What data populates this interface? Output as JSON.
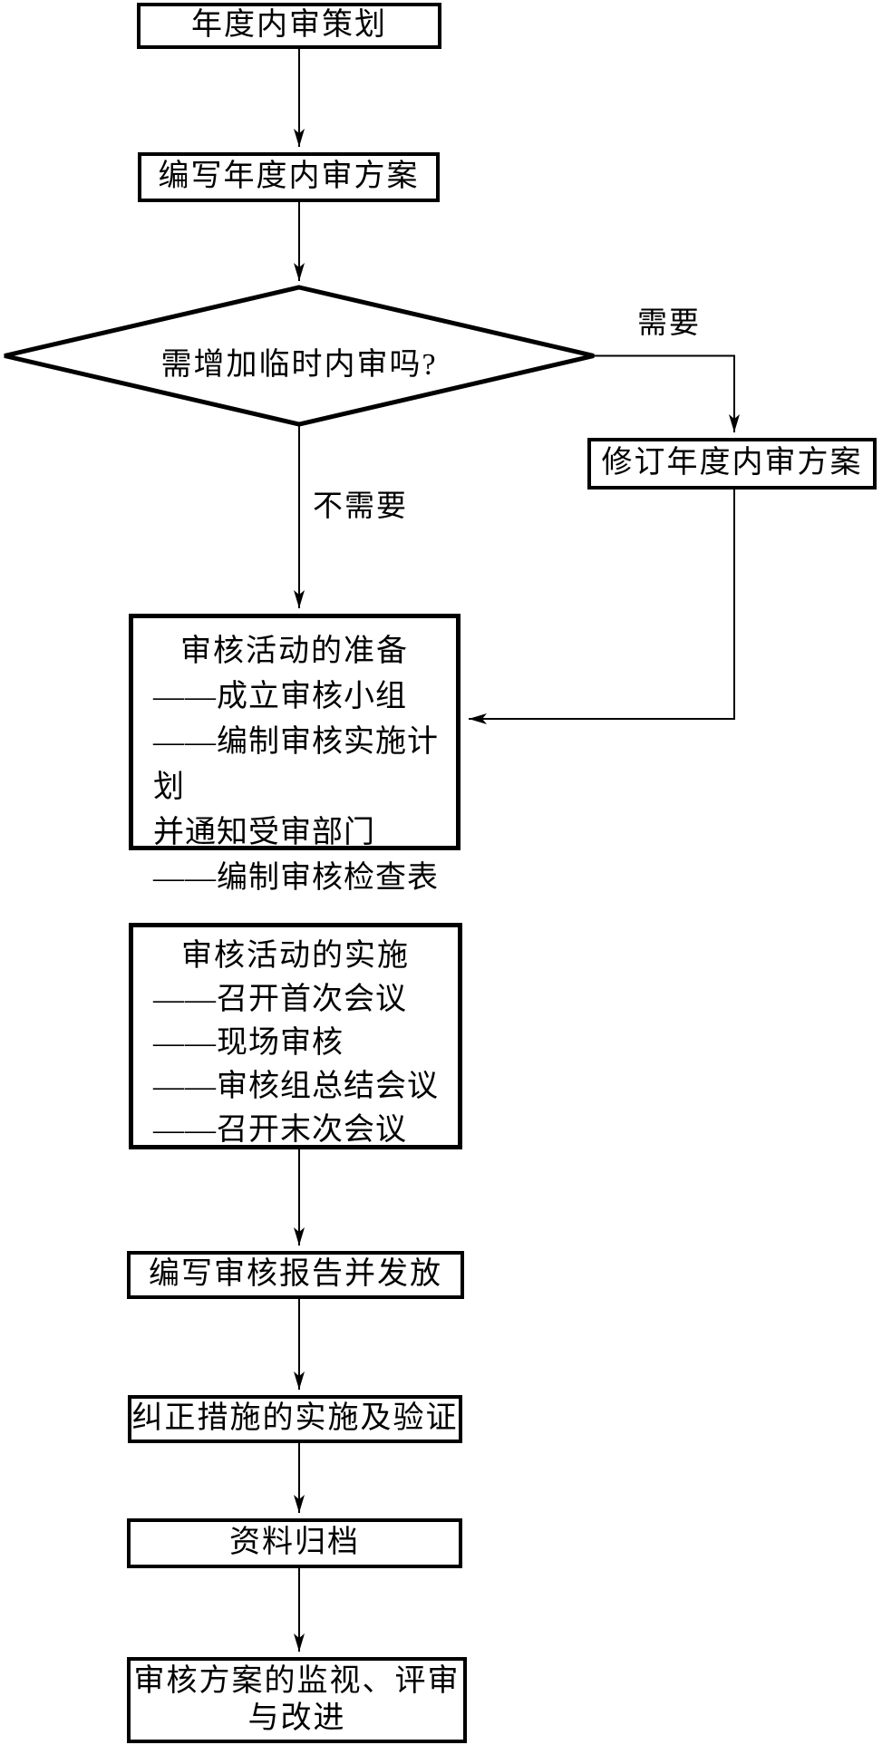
{
  "page": {
    "background_color": "#ffffff",
    "line_color": "#000000",
    "kind": "internal-audit-process-flowchart"
  },
  "flowchart": {
    "nodes": {
      "annual_planning": {
        "label": "年度内审策划"
      },
      "write_annual_plan": {
        "label": "编写年度内审方案"
      },
      "decision_temp_audit": {
        "label": "需增加临时内审吗?"
      },
      "revise_annual_plan": {
        "label": "修订年度内审方案"
      },
      "audit_preparation": {
        "title": "审核活动的准备",
        "items": [
          "——成立审核小组",
          "——编制审核实施计划\n并通知受审部门",
          "——编制审核检查表"
        ]
      },
      "audit_implementation": {
        "title": "审核活动的实施",
        "items": [
          "——召开首次会议",
          "——现场审核",
          "——审核组总结会议",
          "——召开末次会议"
        ]
      },
      "audit_report": {
        "label": "编写审核报告并发放"
      },
      "corrective_actions": {
        "label": "纠正措施的实施及验证"
      },
      "archive": {
        "label": "资料归档"
      },
      "monitor_review": {
        "label": "审核方案的监视、评审\n与改进"
      }
    },
    "edge_labels": {
      "yes": "需要",
      "no": "不需要"
    }
  }
}
